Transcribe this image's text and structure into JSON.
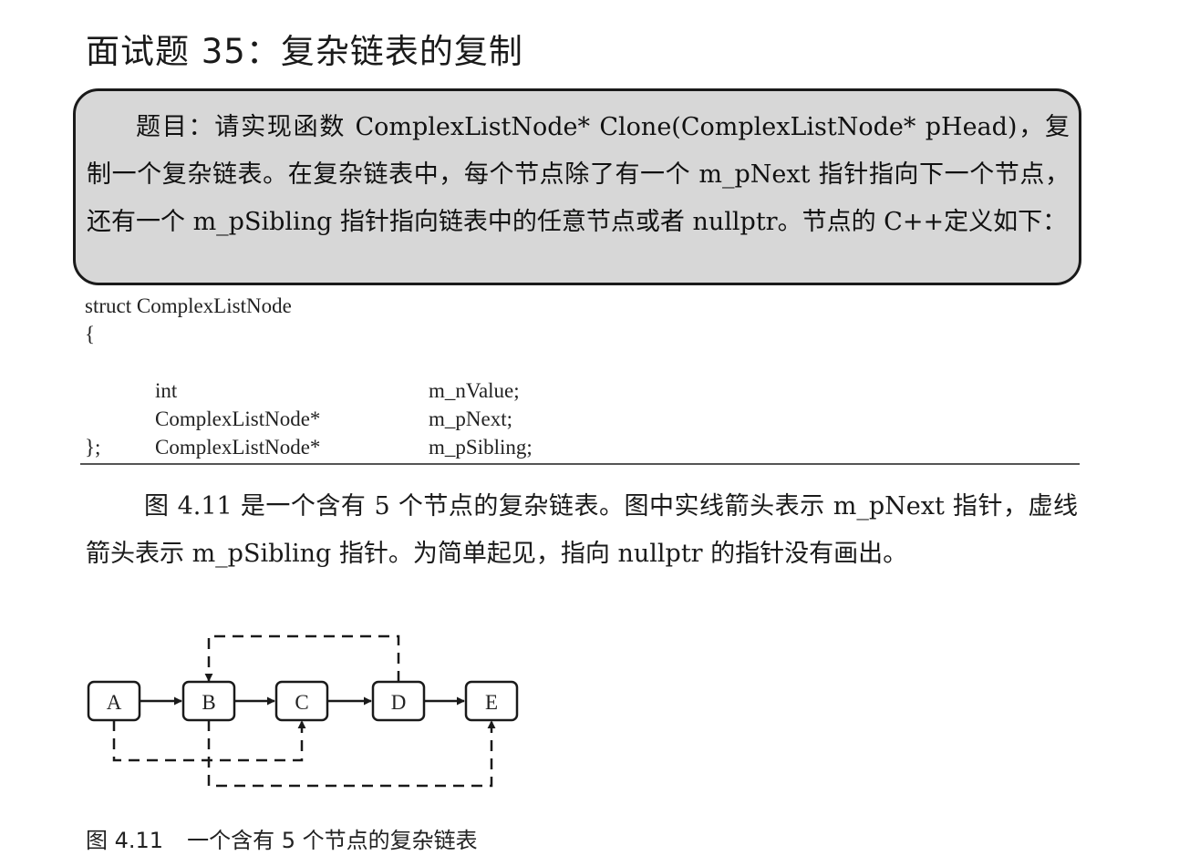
{
  "header": {
    "title": "面试题 35：复杂链表的复制"
  },
  "problem": {
    "text": "题目：请实现函数 ComplexListNode* Clone(ComplexListNode* pHead)，复制一个复杂链表。在复杂链表中，每个节点除了有一个 m_pNext 指针指向下一个节点，还有一个 m_pSibling 指针指向链表中的任意节点或者 nullptr。节点的 C++定义如下："
  },
  "code": {
    "line_struct": "struct ComplexListNode",
    "line_open": "{",
    "fields": [
      {
        "type": "int",
        "name": "m_nValue;"
      },
      {
        "type": "ComplexListNode*",
        "name": "m_pNext;"
      },
      {
        "type": "ComplexListNode*",
        "name": "m_pSibling;"
      }
    ],
    "line_close": "};"
  },
  "description": {
    "text": "图 4.11 是一个含有 5 个节点的复杂链表。图中实线箭头表示 m_pNext 指针，虚线箭头表示 m_pSibling 指针。为简单起见，指向 nullptr 的指针没有画出。"
  },
  "diagram": {
    "nodes": [
      "A",
      "B",
      "C",
      "D",
      "E"
    ],
    "next_edges": [
      [
        "A",
        "B"
      ],
      [
        "B",
        "C"
      ],
      [
        "C",
        "D"
      ],
      [
        "D",
        "E"
      ]
    ],
    "sibling_edges": [
      [
        "A",
        "C"
      ],
      [
        "B",
        "E"
      ],
      [
        "D",
        "B"
      ]
    ]
  },
  "caption": {
    "number": "图 4.11",
    "text": "一个含有 5 个节点的复杂链表"
  }
}
